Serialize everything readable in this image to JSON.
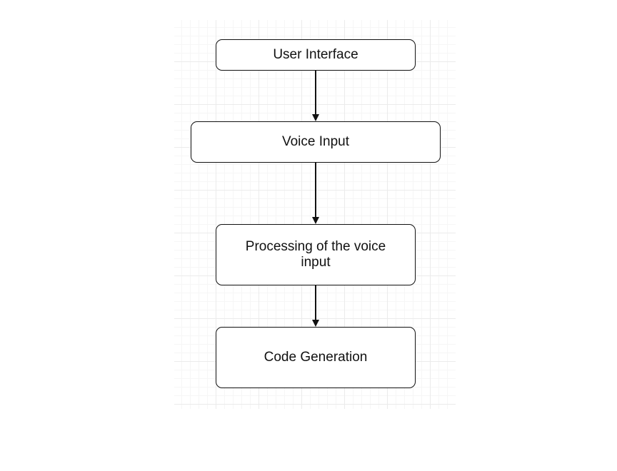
{
  "diagram": {
    "type": "flowchart",
    "nodes": [
      {
        "id": "user-interface",
        "label": "User Interface"
      },
      {
        "id": "voice-input",
        "label": "Voice Input"
      },
      {
        "id": "processing",
        "label": "Processing of the voice input"
      },
      {
        "id": "code-generation",
        "label": "Code Generation"
      }
    ],
    "edges": [
      {
        "from": "user-interface",
        "to": "voice-input"
      },
      {
        "from": "voice-input",
        "to": "processing"
      },
      {
        "from": "processing",
        "to": "code-generation"
      }
    ],
    "colors": {
      "stroke": "#111111",
      "node_fill": "#ffffff",
      "grid": "#ebebeb"
    }
  }
}
